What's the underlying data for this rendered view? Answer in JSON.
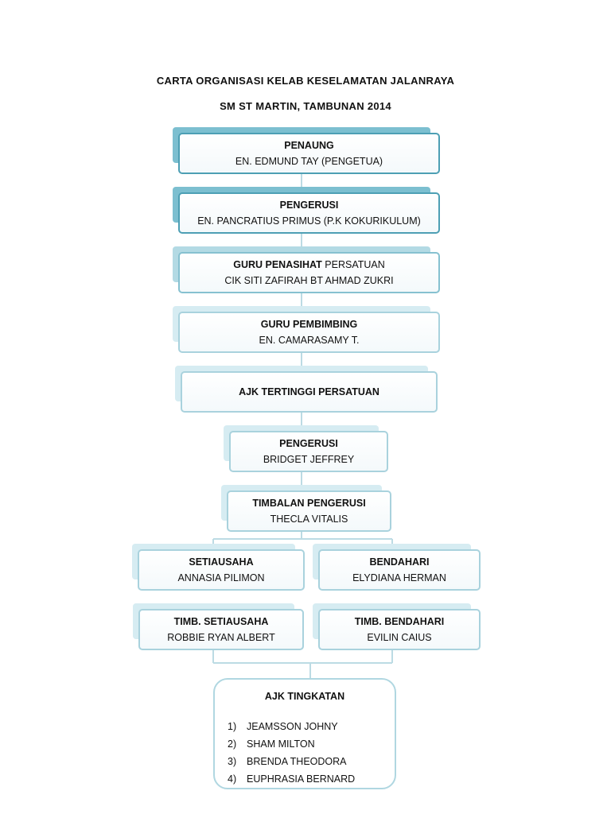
{
  "title_line1": "CARTA ORGANISASI KELAB KESELAMATAN JALANRAYA",
  "title_line2": "SM ST MARTIN, TAMBUNAN 2014",
  "nodes": {
    "penaung": {
      "role": "PENAUNG",
      "name": "EN. EDMUND TAY (PENGETUA)"
    },
    "pengerusi_guru": {
      "role": "PENGERUSI",
      "name": "EN. PANCRATIUS PRIMUS (P.K KOKURIKULUM)"
    },
    "guru_penasihat": {
      "role": "GURU PENASIHAT",
      "role_suffix": " PERSATUAN",
      "name": "CIK SITI ZAFIRAH BT AHMAD ZUKRI"
    },
    "guru_pembimbing": {
      "role": "GURU PEMBIMBING",
      "name": "EN. CAMARASAMY T."
    },
    "ajk_tertinggi": {
      "role": "AJK TERTINGGI PERSATUAN"
    },
    "pengerusi": {
      "role": "PENGERUSI",
      "name": "BRIDGET JEFFREY"
    },
    "timbalan_pengerusi": {
      "role": "TIMBALAN PENGERUSI",
      "name": "THECLA VITALIS"
    },
    "setiausaha": {
      "role": "SETIAUSAHA",
      "name": "ANNASIA PILIMON"
    },
    "bendahari": {
      "role": "BENDAHARI",
      "name": "ELYDIANA HERMAN"
    },
    "timb_setiausaha": {
      "role": "TIMB. SETIAUSAHA",
      "name": "ROBBIE RYAN ALBERT"
    },
    "timb_bendahari": {
      "role": "TIMB. BENDAHARI",
      "name": "EVILIN CAIUS"
    }
  },
  "ajk_tingkatan": {
    "heading": "AJK TINGKATAN",
    "members": [
      {
        "num": "1)",
        "name": "JEAMSSON JOHNY"
      },
      {
        "num": "2)",
        "name": "SHAM MILTON"
      },
      {
        "num": "3)",
        "name": "BRENDA THEODORA"
      },
      {
        "num": "4)",
        "name": "EUPHRASIA BERNARD"
      }
    ]
  }
}
